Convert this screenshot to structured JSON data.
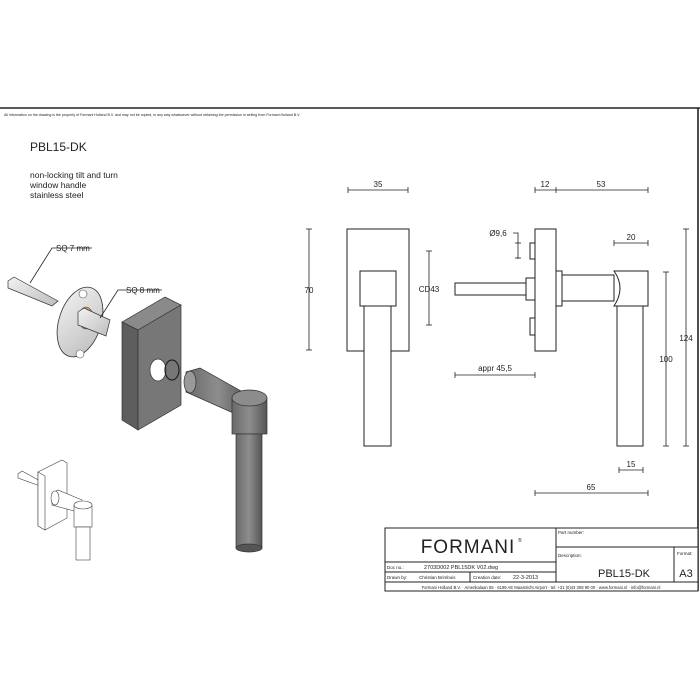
{
  "disclaimer": "All information on the drawing is the property of Formani Holland B.V. and may not be copied, in any way whatsoever without obtaining the permission in writing from Formani Holland B.V.",
  "product": {
    "code": "PBL15-DK",
    "description_lines": [
      "non-locking tilt and turn",
      "window handle",
      "stainless steel"
    ]
  },
  "iso_labels": {
    "spindle_small": "SQ 7 mm",
    "spindle_large": "SQ 8 mm"
  },
  "dimensions": {
    "front_width": "35",
    "front_height": "70",
    "center_distance": "CD43",
    "rose_depth": "12",
    "projection": "53",
    "spindle_dia": "Ø9,6",
    "head_width": "20",
    "lever_length": "100",
    "total_height": "124",
    "lever_width": "15",
    "total_projection": "65",
    "spindle_length": "appr 45,5"
  },
  "title_block": {
    "brand": "FORMANI",
    "brand_mark": "®",
    "part_number_label": "Part number:",
    "part_number": "",
    "description_label": "Description:",
    "description": "PBL15-DK",
    "format_label": "Format:",
    "format": "A3",
    "doc_no_label": "Doc no.:",
    "doc_no": "2703D002 PBL15DK V02.dwg",
    "drawn_by_label": "Drawn by:",
    "drawn_by": "Christian Brimbois",
    "creation_date_label": "Creation date:",
    "creation_date": "22-3-2013",
    "address": "Formani Holland B.V. · Amerikalaan 55 · 6199 AE Maastricht Airport · tel: +31 (0)43 308 90 00 · www.formani.nl · info@formani.nl"
  }
}
